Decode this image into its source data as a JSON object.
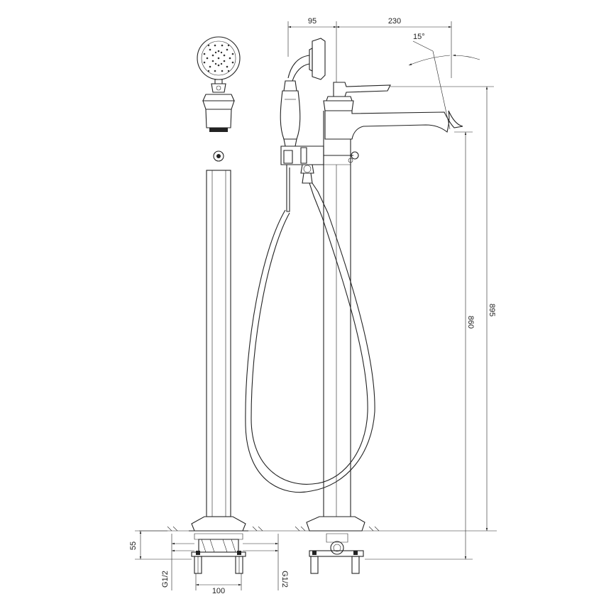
{
  "dimensions": {
    "handshower_offset": "95",
    "spout_reach": "230",
    "spout_angle": "15°",
    "total_height": "895",
    "spout_height": "860",
    "base_height": "55",
    "connection_left": "G1/2",
    "connection_right": "G1/2",
    "inlet_spacing": "100"
  }
}
